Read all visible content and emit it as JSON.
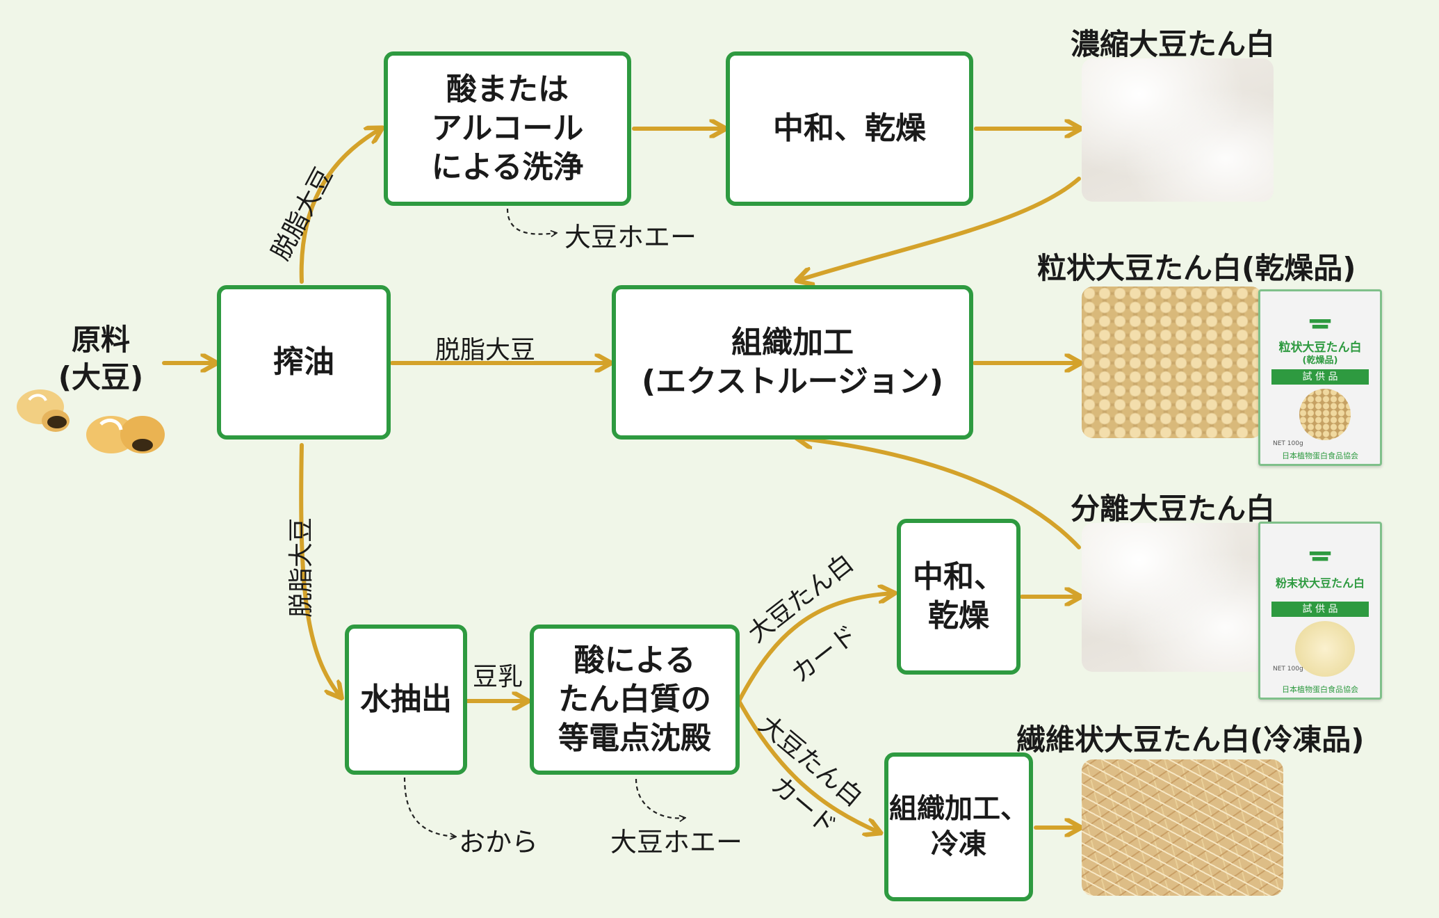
{
  "colors": {
    "box_border": "#2e9a40",
    "arrow": "#d4a22a",
    "background": "#f0f6e8"
  },
  "raw": {
    "line1": "原料",
    "line2": "(大豆)"
  },
  "boxes": {
    "press": "搾油",
    "acid_wash": "酸または\nアルコール\nによる洗浄",
    "neutral_dry_top": "中和、乾燥",
    "texturize": "組織加工\n(エクストルージョン)",
    "water_extract": "水抽出",
    "precipitation": "酸による\nたん白質の\n等電点沈殿",
    "neutral_dry_bottom": "中和、\n乾燥",
    "texturize_freeze": "組織加工、\n冷凍"
  },
  "edge_labels": {
    "defatted_up": "脱脂大豆",
    "defatted_mid": "脱脂大豆",
    "defatted_down": "脱脂大豆",
    "soymilk": "豆乳",
    "curd_up_1": "大豆たん白",
    "curd_up_2": "カード",
    "curd_down_1": "大豆たん白",
    "curd_down_2": "カード"
  },
  "byproducts": {
    "whey_top": "大豆ホエー",
    "okara": "おから",
    "whey_bottom": "大豆ホエー"
  },
  "products": {
    "concentrate": "濃縮大豆たん白",
    "granular": "粒状大豆たん白(乾燥品)",
    "isolate": "分離大豆たん白",
    "fibrous": "繊維状大豆たん白(冷凍品)"
  },
  "packages": {
    "granular": {
      "name_line1": "粒状大豆たん白",
      "name_line2": "(乾燥品)",
      "band": "試 供 品",
      "net": "NET 100g",
      "maker": "日本植物蛋白食品協会"
    },
    "isolate": {
      "name": "粉末状大豆たん白",
      "band": "試 供 品",
      "net": "NET 100g",
      "maker": "日本植物蛋白食品協会"
    }
  },
  "icons": [
    "soybean-icon",
    "package-logo-icon"
  ]
}
